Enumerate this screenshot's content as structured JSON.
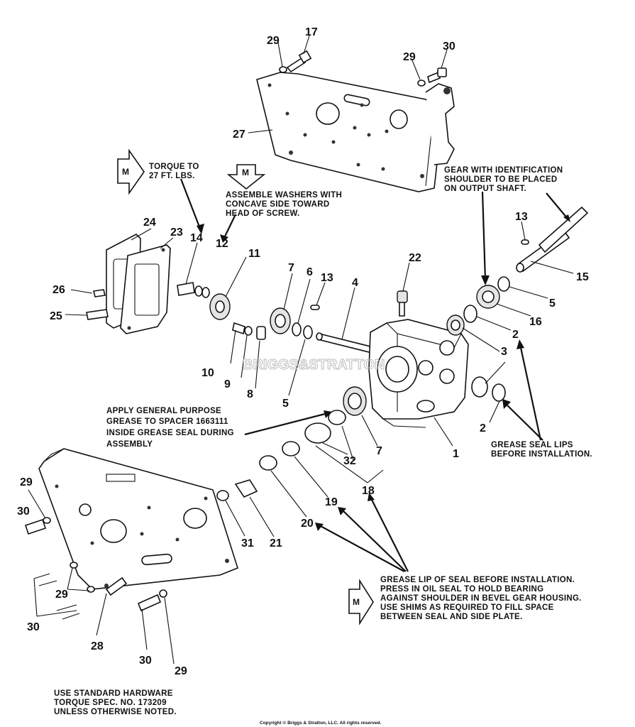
{
  "callouts": {
    "c29a": "29",
    "c17": "17",
    "c29b": "29",
    "c30a": "30",
    "c27": "27",
    "c24": "24",
    "c23": "23",
    "c14": "14",
    "c12": "12",
    "c11": "11",
    "c26": "26",
    "c25": "25",
    "c7a": "7",
    "c6": "6",
    "c13a": "13",
    "c4": "4",
    "c22": "22",
    "c13b": "13",
    "c15": "15",
    "c5a": "5",
    "c16": "16",
    "c2a": "2",
    "c3": "3",
    "c2b": "2",
    "c10": "10",
    "c9": "9",
    "c8": "8",
    "c5b": "5",
    "c7b": "7",
    "c1": "1",
    "c32": "32",
    "c18": "18",
    "c19": "19",
    "c20": "20",
    "c21": "21",
    "c31": "31",
    "c29c": "29",
    "c30b": "30",
    "c29d": "29",
    "c30c": "30",
    "c28": "28",
    "c30d": "30",
    "c29e": "29"
  },
  "notes": {
    "torque_l1": "TORQUE TO",
    "torque_l2": "27 FT. LBS.",
    "washers_l1": "ASSEMBLE WASHERS WITH",
    "washers_l2": "CONCAVE SIDE TOWARD",
    "washers_l3": "HEAD OF SCREW.",
    "gear_l1": "GEAR WITH IDENTIFICATION",
    "gear_l2": "SHOULDER TO BE PLACED",
    "gear_l3": "ON OUTPUT SHAFT.",
    "apply_l1": "APPLY GENERAL PURPOSE",
    "apply_l2": "GREASE TO SPACER 1663111",
    "apply_l3": "INSIDE GREASE SEAL DURING",
    "apply_l4": "ASSEMBLY",
    "lips_l1": "GREASE SEAL LIPS",
    "lips_l2": "BEFORE INSTALLATION.",
    "seal_l1": "GREASE LIP OF SEAL BEFORE INSTALLATION.",
    "seal_l2": "PRESS IN OIL SEAL TO HOLD BEARING",
    "seal_l3": "AGAINST SHOULDER IN BEVEL GEAR HOUSING.",
    "seal_l4": "USE SHIMS AS REQUIRED TO FILL SPACE",
    "seal_l5": "BETWEEN SEAL AND SIDE PLATE.",
    "hw_l1": "USE STANDARD HARDWARE",
    "hw_l2": "TORQUE SPEC. NO. 173209",
    "hw_l3": "UNLESS OTHERWISE NOTED."
  },
  "markers": {
    "m1": "M",
    "m2": "M",
    "m3": "M"
  },
  "watermark": "BRIGGS&STRATTON",
  "copyright": "Copyright © Briggs & Stratton, LLC. All rights reserved."
}
